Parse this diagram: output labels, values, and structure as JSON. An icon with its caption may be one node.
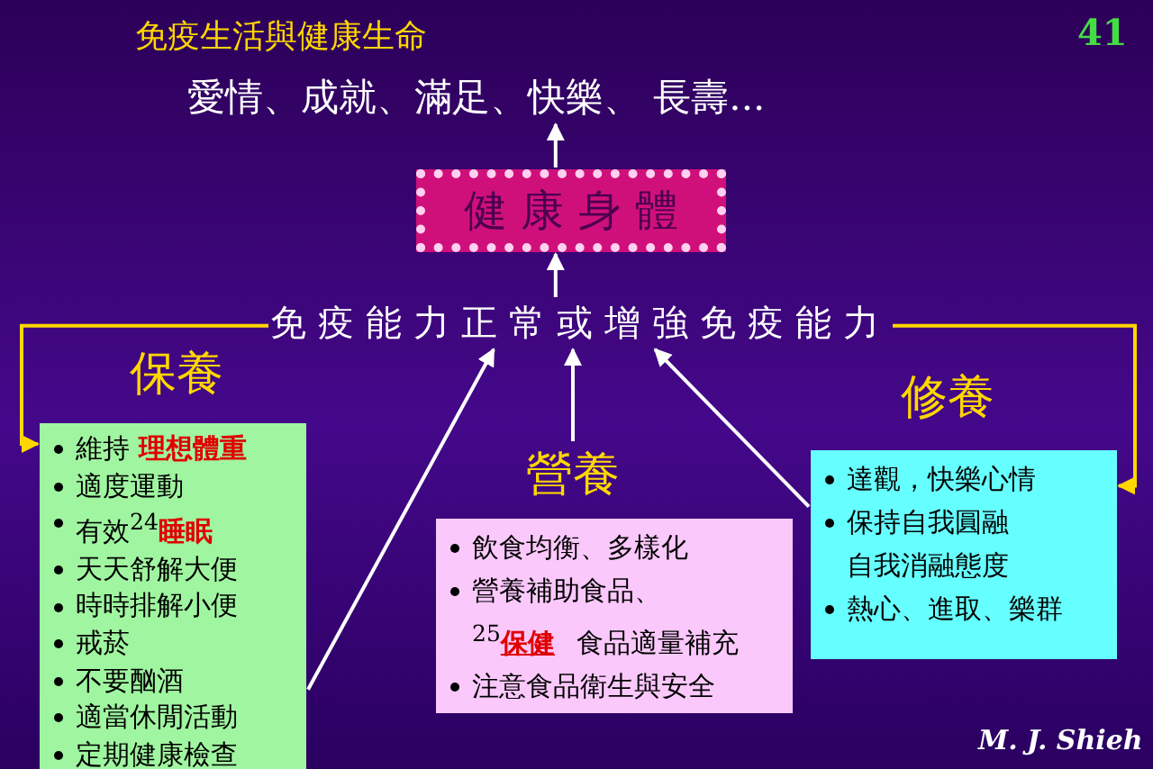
{
  "diagram": {
    "title": "免疫生活與健康生命",
    "nodes": [
      {
        "text": [
          "愛情、成就、滿足、快樂、 長壽..."
        ]
      },
      {
        "text": [
          "健 康 身 體"
        ]
      },
      {
        "text": [
          "免疫能力正常或增強免疫能力"
        ]
      },
      {
        "text": [
          "保養",
          "維持 **理想體重**",
          "適度運動",
          "有效$^{24}$**睡眠**",
          "天天舒解大便",
          "時時排解小便",
          "戒菸",
          "不要酗酒",
          "適當休閒活動",
          "定期健康檢查"
        ]
      },
      {
        "text": [
          "營養",
          "飲食均衡、多樣化",
          "營養補助食品、$^{25}$**保健**食品適量補充",
          "注意食品衛生與安全"
        ]
      },
      {
        "text": [
          "修養",
          "達觀，快樂心情",
          "保持自我圓融自我消融態度",
          "熱心、進取、樂群"
        ]
      }
    ],
    "edges": [
      {
        "from": 1,
        "to": 0,
        "arrow": "to"
      },
      {
        "from": 2,
        "to": 1,
        "arrow": "to"
      },
      {
        "from": 3,
        "to": 2,
        "arrow": "to"
      },
      {
        "from": 4,
        "to": 2,
        "arrow": "to"
      },
      {
        "from": 5,
        "to": 2,
        "arrow": "to"
      },
      {
        "from": 2,
        "to": 3,
        "arrow": "to",
        "color": "#ffd700"
      },
      {
        "from": 2,
        "to": 5,
        "arrow": "to",
        "color": "#ffd700"
      }
    ],
    "labels": [
      "41",
      "M. J. Shieh"
    ]
  }
}
